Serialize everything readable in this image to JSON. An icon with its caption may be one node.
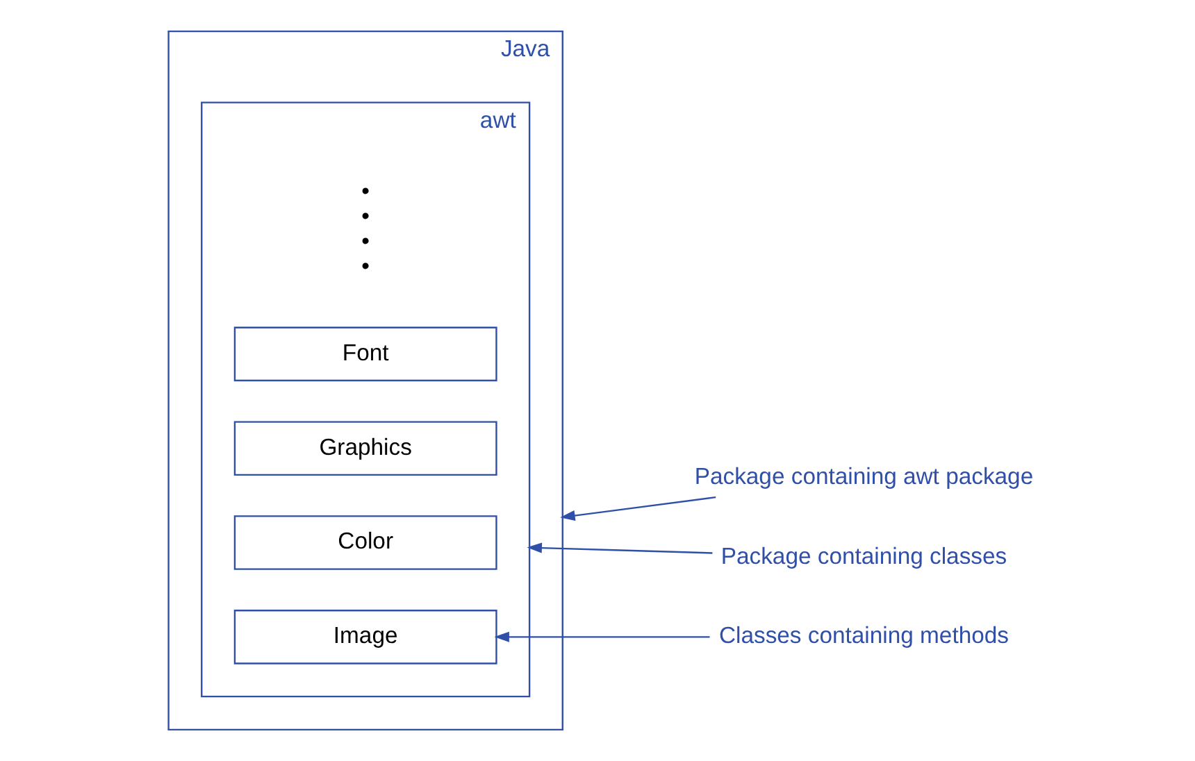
{
  "diagram": {
    "nodes": [
      {
        "text": [
          "Java"
        ]
      },
      {
        "text": [
          "awt"
        ],
        "in": 0
      },
      {
        "text": [
          "Color"
        ],
        "in": 1
      },
      {
        "text": [
          "Graphics"
        ],
        "in": 1
      },
      {
        "text": [
          "Font"
        ],
        "in": 1
      },
      {
        "text": [
          "Image"
        ],
        "in": 1
      },
      {
        "text": [
          "Package containing awt package"
        ]
      },
      {
        "text": [
          "Package containing classes"
        ]
      },
      {
        "text": [
          "Classes containing methods"
        ]
      }
    ],
    "edges": [
      {
        "from": 6,
        "to": 0,
        "arrow": "to"
      },
      {
        "from": 7,
        "to": 1,
        "arrow": "to"
      },
      {
        "from": 8,
        "to": 5,
        "arrow": "to"
      }
    ],
    "labels": [
      "•\n•\n•\n•"
    ]
  }
}
